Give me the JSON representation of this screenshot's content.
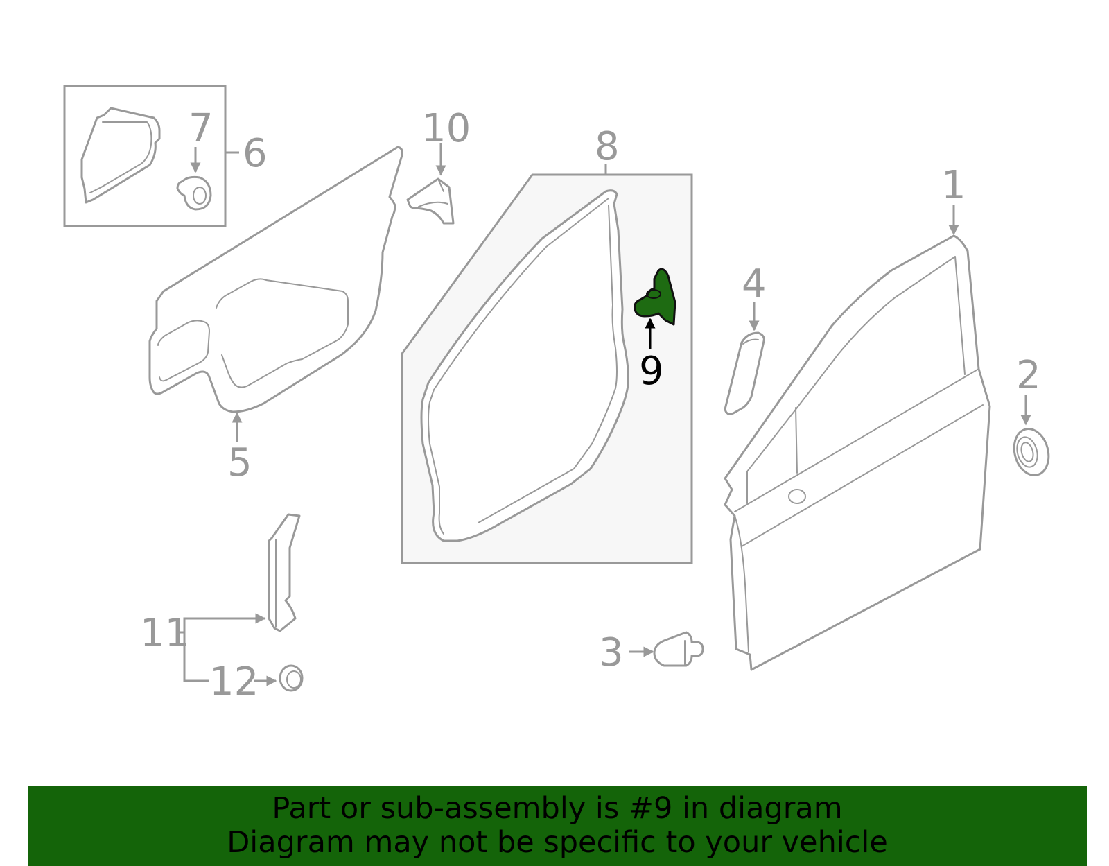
{
  "labels": {
    "p1": "1",
    "p2": "2",
    "p3": "3",
    "p4": "4",
    "p5": "5",
    "p6": "6",
    "p7": "7",
    "p8": "8",
    "p9": "9",
    "p10": "10",
    "p11": "11",
    "p12": "12"
  },
  "highlighted_part": "9",
  "colors": {
    "highlight": "#1e6b12",
    "banner_bg": "#146409",
    "line": "#999999",
    "group_box_fill": "#f7f7f7"
  },
  "banner": {
    "line1": "Part or sub-assembly is #9 in diagram",
    "line2": "Diagram may not be specific to your vehicle"
  }
}
